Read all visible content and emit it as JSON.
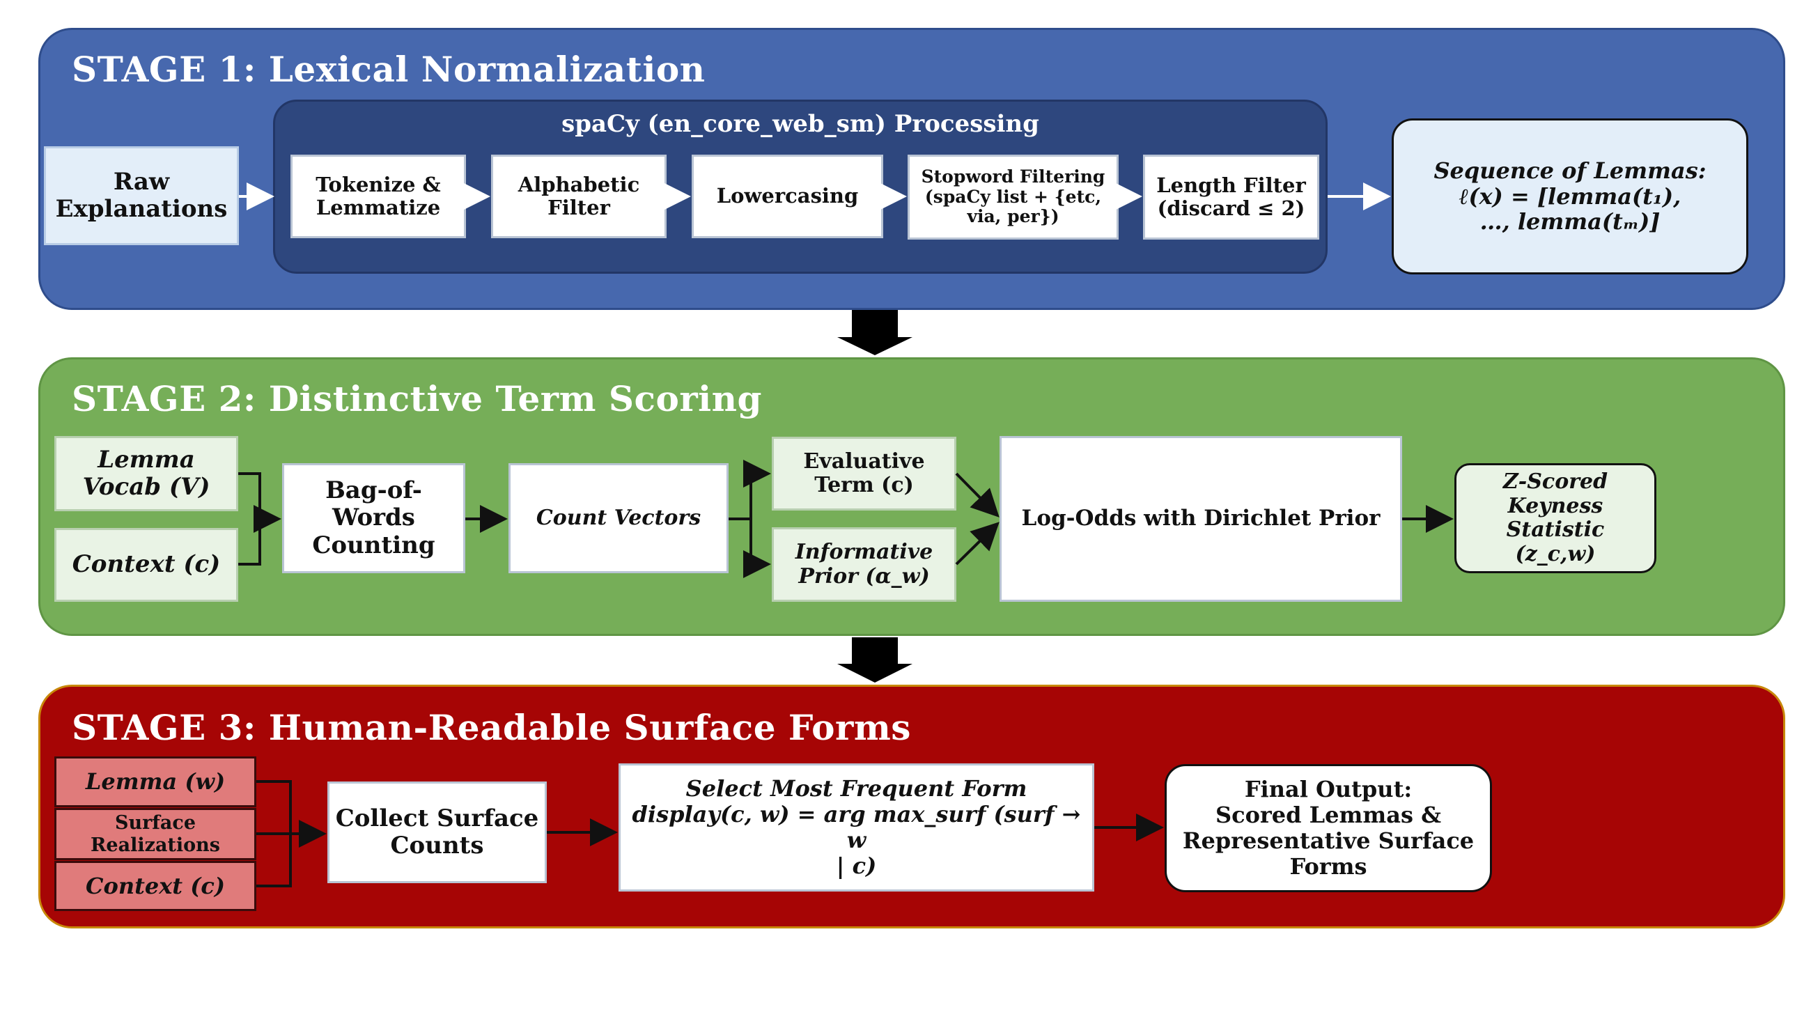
{
  "stage1": {
    "title": "STAGE 1: Lexical Normalization",
    "input": "Raw\nExplanations",
    "group_title": "spaCy (en_core_web_sm) Processing",
    "steps": [
      "Tokenize &\nLemmatize",
      "Alphabetic\nFilter",
      "Lowercasing",
      "Stopword Filtering\n(spaCy list + {etc,\nvia, per})",
      "Length Filter\n(discard ≤ 2)"
    ],
    "output": "Sequence of Lemmas:\nℓ(x) = [lemma(t₁),\n…, lemma(tₘ)]"
  },
  "stage2": {
    "title": "STAGE 2: Distinctive Term Scoring",
    "inputs": [
      "Lemma\nVocab (V)",
      "Context (c)"
    ],
    "bow": "Bag-of-\nWords\nCounting",
    "counts": "Count Vectors",
    "evaluative": "Evaluative\nTerm (c)",
    "prior": "Informative\nPrior (α_w)",
    "logodds": "Log-Odds with Dirichlet Prior",
    "output": "Z-Scored\nKeyness\nStatistic\n(z_c,w)"
  },
  "stage3": {
    "title": "STAGE 3: Human-Readable Surface Forms",
    "inputs": [
      "Lemma (w)",
      "Surface\nRealizations",
      "Context (c)"
    ],
    "collect": "Collect Surface\nCounts",
    "select": "Select Most Frequent Form\ndisplay(c, w) = arg max_surf (surf → w\n| c)",
    "output": "Final Output:\nScored Lemmas &\nRepresentative Surface\nForms"
  },
  "colors": {
    "stage1": "#4768ae",
    "stage1_group": "#2e477e",
    "stage2": "#76ae58",
    "stage3": "#a60505",
    "stage3_input": "#e07b7b"
  }
}
